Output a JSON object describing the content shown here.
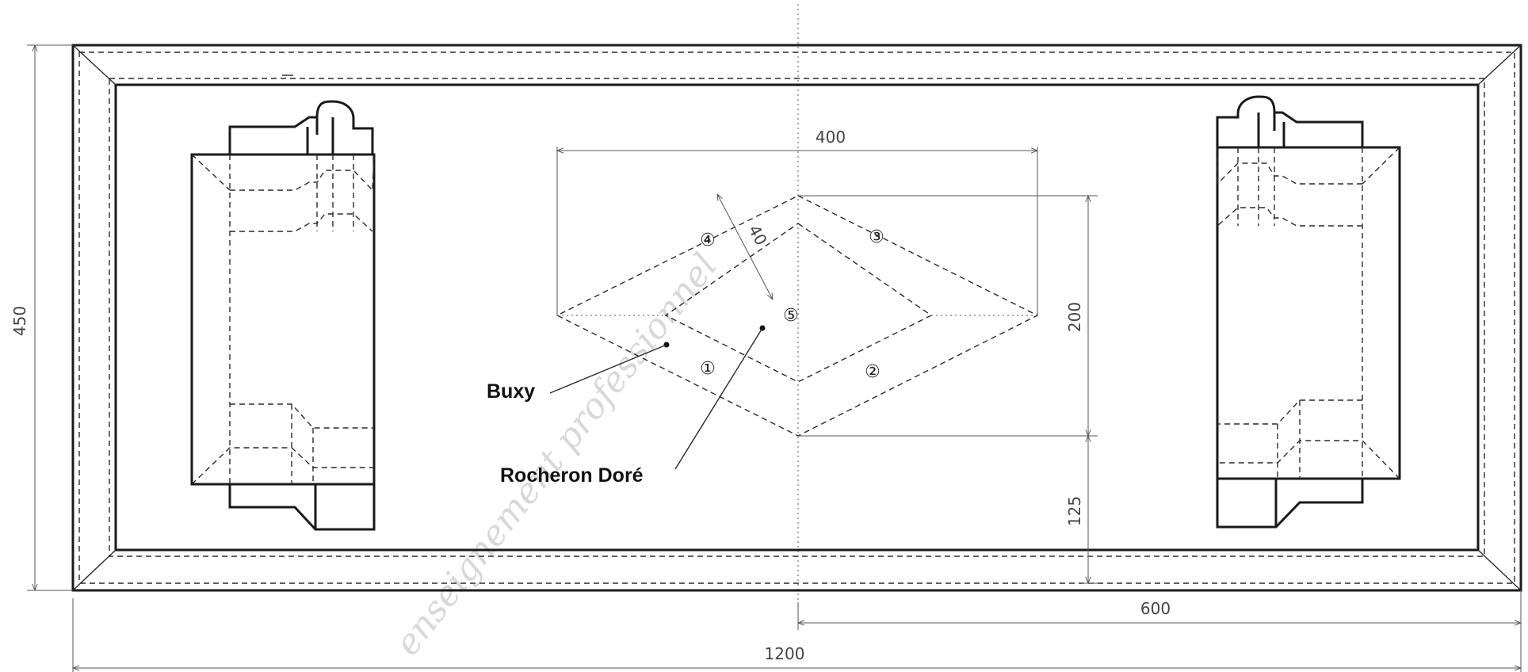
{
  "dimensions": {
    "total_width": "1200",
    "half_width": "600",
    "height": "450",
    "inner_width": "400",
    "inner_height": "200",
    "bottom_offset": "125",
    "band_width": "40"
  },
  "labels": {
    "buxy": "Buxy",
    "rocheron": "Rocheron Doré"
  },
  "zones": [
    "①",
    "②",
    "③",
    "④",
    "⑤"
  ],
  "watermark": "enseignement professionnel"
}
